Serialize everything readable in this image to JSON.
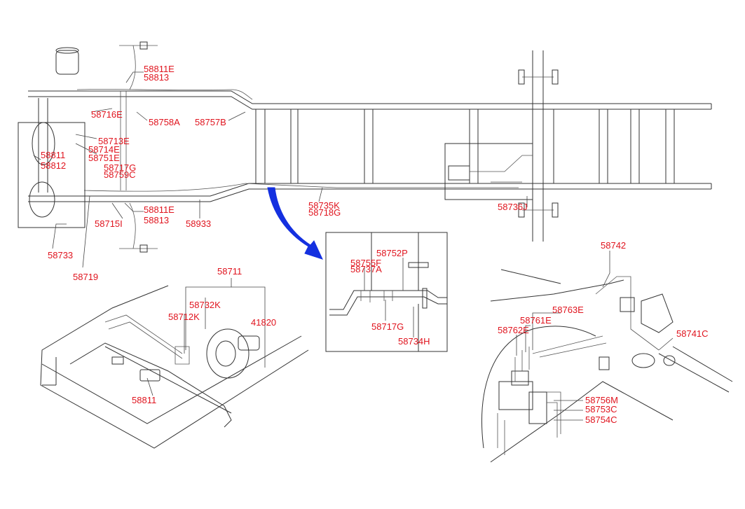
{
  "colors": {
    "label": "#e0141e",
    "line": "#333333",
    "arrow": "#1430e0"
  },
  "labels": {
    "p58811E_a": "58811E",
    "p58813_a": "58813",
    "p58716E": "58716E",
    "p58758A": "58758A",
    "p58757B": "58757B",
    "p58713E": "58713E",
    "p58714E": "58714E",
    "p58751E": "58751E",
    "p58717G_a": "58717G",
    "p58759C": "58759C",
    "p58811_a": "58811",
    "p58812": "58812",
    "p58811E_b": "58811E",
    "p58813_b": "58813",
    "p58715I": "58715I",
    "p58933": "58933",
    "p58733": "58733",
    "p58719": "58719",
    "p58735K": "58735K",
    "p58718G": "58718G",
    "p58736J": "58736J",
    "p58711": "58711",
    "p58732K": "58732K",
    "p58712K": "58712K",
    "p41820": "41820",
    "p58811_b": "58811",
    "p58752P": "58752P",
    "p58755F": "58755F",
    "p58737A": "58737A",
    "p58717G_b": "58717G",
    "p58734H": "58734H",
    "p58742": "58742",
    "p58763E": "58763E",
    "p58761E": "58761E",
    "p58762E": "58762E",
    "p58741C": "58741C",
    "p58756M": "58756M",
    "p58753C": "58753C",
    "p58754C": "58754C"
  }
}
